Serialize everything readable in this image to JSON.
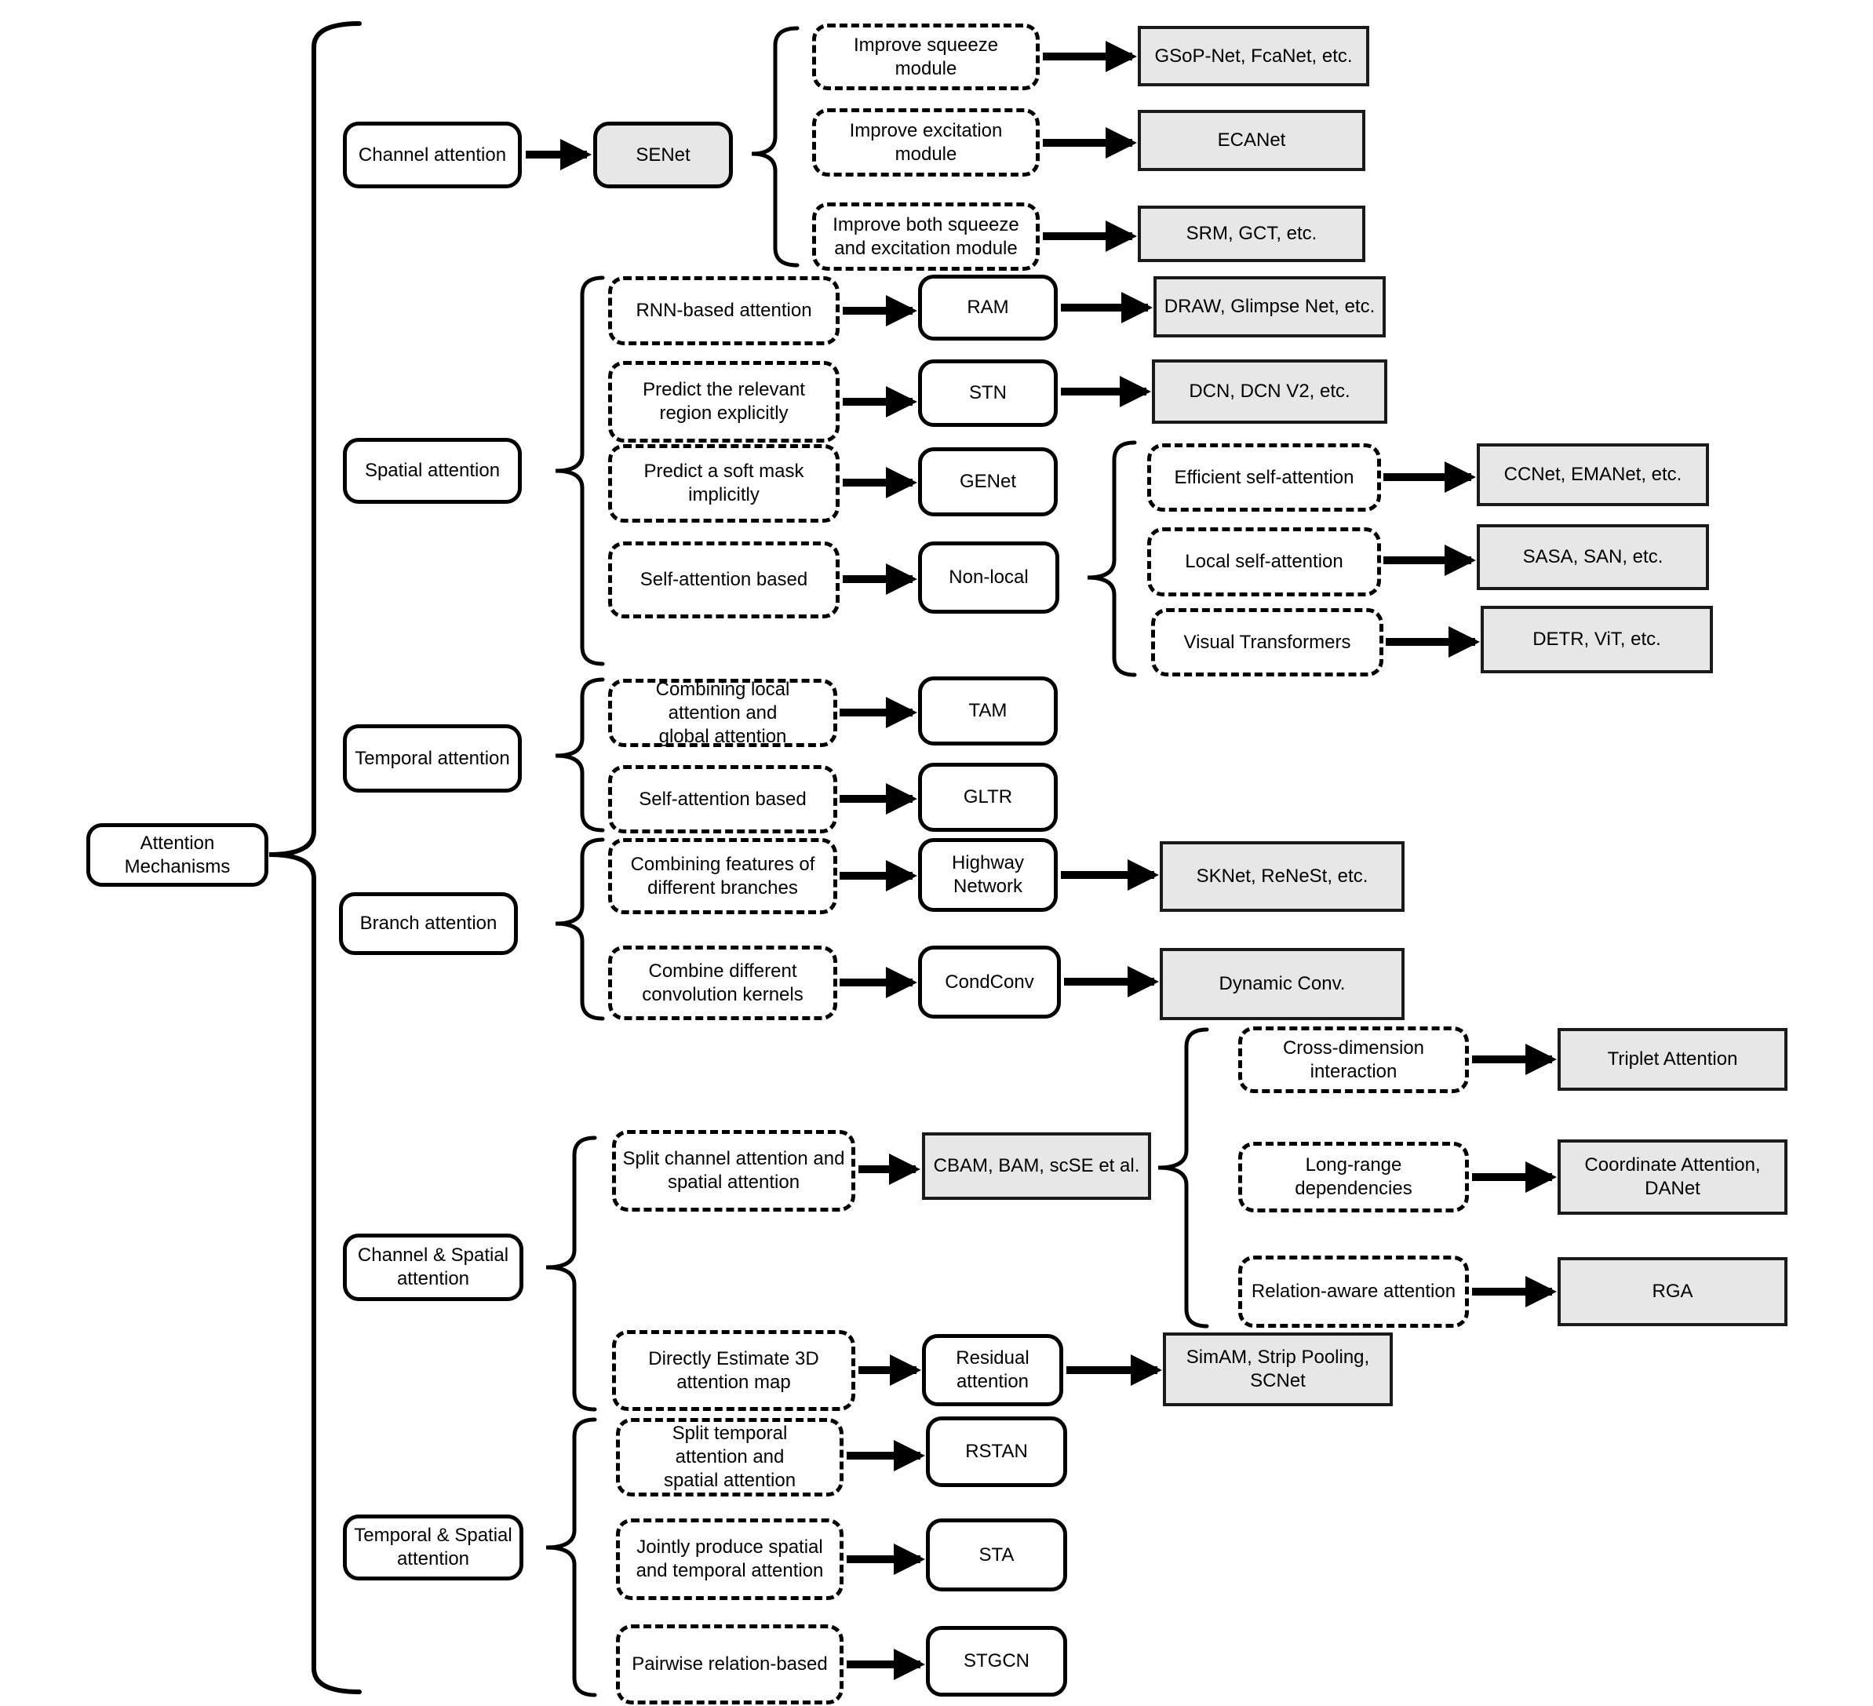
{
  "root": {
    "label": "Attention Mechanisms"
  },
  "colors": {
    "node_fill": "#ffffff",
    "example_fill": "#e7e7e7",
    "line": "#000000"
  },
  "channel_attention": {
    "label": "Channel attention",
    "method": "SENet",
    "branches": [
      {
        "approach": "Improve squeeze module",
        "examples": "GSoP-Net, FcaNet, etc."
      },
      {
        "approach": "Improve excitation module",
        "examples": "ECANet"
      },
      {
        "approach": "Improve both squeeze and excitation module",
        "examples": "SRM, GCT, etc."
      }
    ]
  },
  "spatial_attention": {
    "label": "Spatial attention",
    "branches": [
      {
        "approach": "RNN-based attention",
        "method": "RAM",
        "examples": "DRAW, Glimpse Net, etc."
      },
      {
        "approach": "Predict the relevant region explicitly",
        "method": "STN",
        "examples": "DCN, DCN V2,  etc."
      },
      {
        "approach": "Predict a soft mask implicitly",
        "method": "GENet"
      },
      {
        "approach": "Self-attention based",
        "method": "Non-local",
        "sub_branches": [
          {
            "approach": "Efficient self-attention",
            "examples": "CCNet, EMANet, etc."
          },
          {
            "approach": "Local self-attention",
            "examples": "SASA, SAN, etc."
          },
          {
            "approach": "Visual Transformers",
            "examples": "DETR, ViT, etc."
          }
        ]
      }
    ]
  },
  "temporal_attention": {
    "label": "Temporal attention",
    "branches": [
      {
        "approach": "Combining local attention and global attention",
        "method": "TAM"
      },
      {
        "approach": "Self-attention based",
        "method": "GLTR"
      }
    ]
  },
  "branch_attention": {
    "label": "Branch attention",
    "branches": [
      {
        "approach": "Combining features of different branches",
        "method": "Highway Network",
        "examples": "SKNet, ReNeSt,  etc."
      },
      {
        "approach": "Combine different convolution kernels",
        "method": "CondConv",
        "examples": "Dynamic Conv."
      }
    ]
  },
  "channel_spatial_attention": {
    "label": "Channel & Spatial attention",
    "branches": [
      {
        "approach": "Split channel attention and spatial attention",
        "examples": "CBAM, BAM, scSE et al.",
        "sub_branches": [
          {
            "approach": "Cross-dimension interaction",
            "examples": "Triplet Attention"
          },
          {
            "approach": "Long-range dependencies",
            "examples": "Coordinate Attention, DANet"
          },
          {
            "approach": "Relation-aware attention",
            "examples": "RGA"
          }
        ]
      },
      {
        "approach": "Directly Estimate 3D attention map",
        "method": "Residual attention",
        "examples": "SimAM, Strip Pooling, SCNet"
      }
    ]
  },
  "temporal_spatial_attention": {
    "label": "Temporal & Spatial attention",
    "branches": [
      {
        "approach": "Split temporal attention and spatial attention",
        "method": "RSTAN"
      },
      {
        "approach": "Jointly produce spatial and temporal attention",
        "method": "STA"
      },
      {
        "approach": "Pairwise relation-based",
        "method": "STGCN"
      }
    ]
  }
}
